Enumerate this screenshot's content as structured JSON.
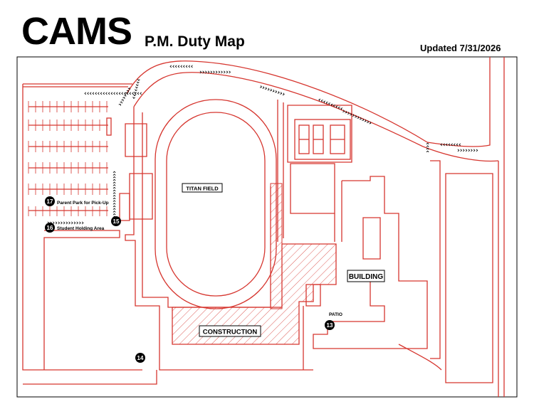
{
  "header": {
    "title": "CAMS",
    "subtitle": "P.M. Duty Map",
    "updated": "Updated 7/31/2026"
  },
  "labels": {
    "titan_field": "TITAN FIELD",
    "building": "BUILDING",
    "construction": "CONSTRUCTION",
    "patio": "PATIO",
    "parent_park": "Parent Park for Pick-Up",
    "student_holding": "Student Holding Area"
  },
  "posts": [
    {
      "number": "17"
    },
    {
      "number": "16"
    },
    {
      "number": "15"
    },
    {
      "number": "14"
    },
    {
      "number": "13"
    }
  ],
  "colors": {
    "road_outline": "#d6362f",
    "construction_hatch": "#d6362f",
    "post_marker": "#000000"
  }
}
